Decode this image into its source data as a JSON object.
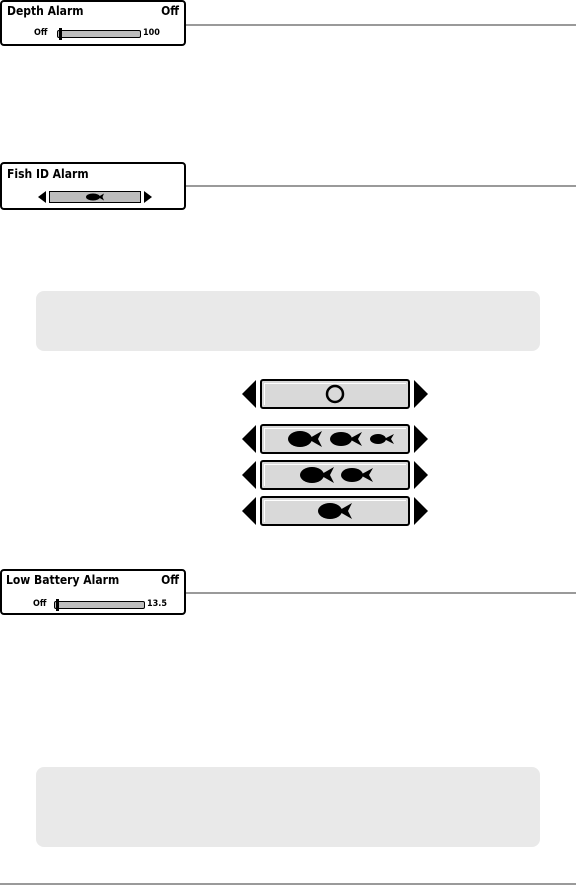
{
  "depth_alarm": {
    "title": "Depth Alarm",
    "value": "Off",
    "min_label": "Off",
    "max_label": "100",
    "level": 0
  },
  "fish_id_alarm": {
    "title": "Fish ID Alarm"
  },
  "fish_size_options": [
    {
      "icon": "circle-icon"
    },
    {
      "icon": "fish-all-sizes-icon"
    },
    {
      "icon": "fish-medium-large-icon"
    },
    {
      "icon": "fish-large-icon"
    }
  ],
  "low_battery_alarm": {
    "title": "Low Battery Alarm",
    "value": "Off",
    "min_label": "Off",
    "max_label": "13.5",
    "level": 0
  },
  "colors": {
    "note_background": "#e9e9e9",
    "leader_line": "#9a9a9a",
    "track_fill": "#bdbdbd"
  }
}
